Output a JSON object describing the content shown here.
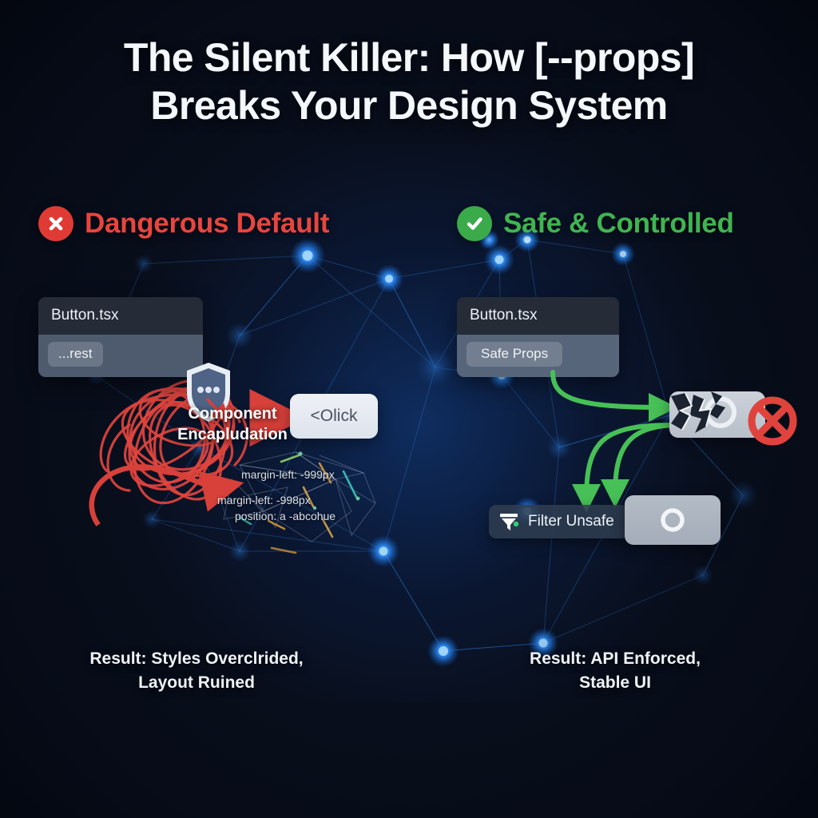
{
  "title": {
    "line1": "The Silent Killer: How [--props]",
    "line2": "Breaks Your Design System"
  },
  "theme": {
    "background": "#090f1d",
    "danger": "#e8453f",
    "safe": "#3fb551",
    "node_blue": "#1f7ae0",
    "text": "#eef3f9"
  },
  "columns": {
    "left": {
      "header": {
        "icon": "x-circle-icon",
        "label": "Dangerous Default",
        "color": "#e8453f"
      },
      "card": {
        "title": "Button.tsx",
        "chip": "...rest"
      },
      "encapsulation_label": {
        "line1": "Component",
        "line2": "Encapludation"
      },
      "shield_icon": "shield-ellipsis-icon",
      "button": {
        "label": "<Olick"
      },
      "css_chaos": [
        "margin-left: -999px",
        "margin-left: -998px",
        "position: a -abcohue"
      ],
      "caption": {
        "line1": "Result: Styles Overclrided,",
        "line2": "Layout Ruined"
      }
    },
    "right": {
      "header": {
        "icon": "check-circle-icon",
        "label": "Safe & Controlled",
        "color": "#3fb551"
      },
      "card": {
        "title": "Button.tsx",
        "chip": "Safe Props"
      },
      "broken_button": {
        "icon": "cracked-button-icon",
        "badge": "prohibited-icon"
      },
      "filter": {
        "icon": "funnel-icon",
        "label": "Filter Unsafe"
      },
      "circle_button": {
        "icon": "ring-icon"
      },
      "caption": {
        "line1": "Result: API Enforced,",
        "line2": "Stable UI"
      }
    }
  }
}
